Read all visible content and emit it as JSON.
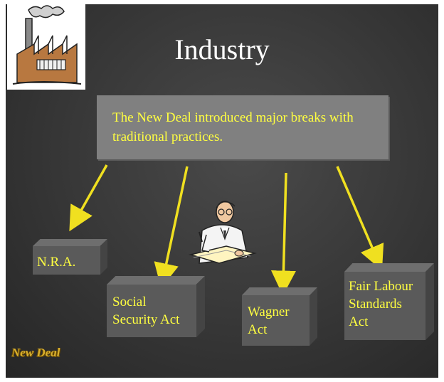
{
  "slide": {
    "title": "Industry",
    "main_text": "The New Deal introduced major breaks with traditional practices.",
    "boxes": [
      {
        "id": "nra",
        "label": "N.R.A."
      },
      {
        "id": "social",
        "label": "Social\nSecurity Act"
      },
      {
        "id": "wagner",
        "label": "Wagner\nAct"
      },
      {
        "id": "fair",
        "label": "Fair Labour\nStandards\nAct"
      }
    ],
    "logo_text": "New Deal"
  },
  "colors": {
    "background": "#3a3a3a",
    "text_yellow": "#ffff40",
    "arrow": "#f0e020",
    "box": "#808080"
  },
  "icons": [
    "factory-clipart",
    "clerk-writing-clipart"
  ]
}
